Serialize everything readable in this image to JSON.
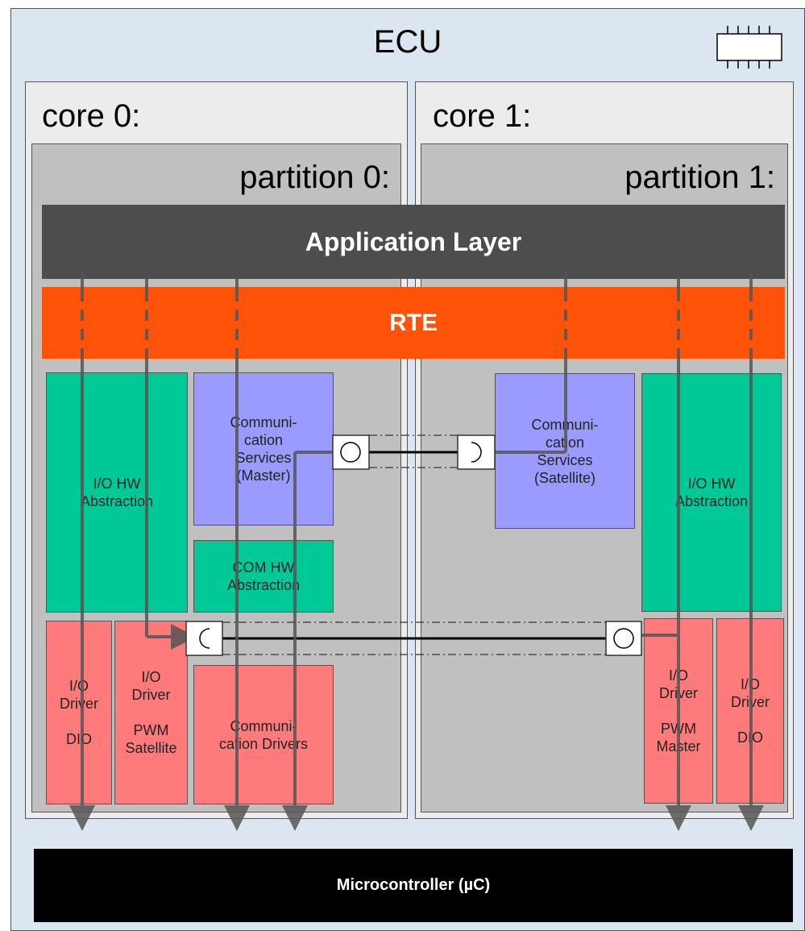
{
  "ecu": {
    "title": "ECU",
    "chip_icon": "chip-icon"
  },
  "cores": [
    {
      "title": "core 0:",
      "partition": "partition 0:"
    },
    {
      "title": "core 1:",
      "partition": "partition 1:"
    }
  ],
  "layers": {
    "application": "Application Layer",
    "rte": "RTE",
    "microcontroller": "Microcontroller (µC)"
  },
  "core0_blocks": {
    "io_hw": "I/O HW\nAbstraction",
    "comm_services": "Communi-\ncation\nServices\n(Master)",
    "com_hw": "COM HW\nAbstraction",
    "io_driver_dio": "I/O\nDriver\n\nDIO",
    "io_driver_pwm": "I/O\nDriver\n\nPWM\nSatellite",
    "comm_drivers": "Communi-\ncation Drivers"
  },
  "core1_blocks": {
    "comm_services": "Communi-\ncation\nServices\n(Satellite)",
    "io_hw": "I/O HW\nAbstraction",
    "io_driver_pwm": "I/O\nDriver\n\nPWM\nMaster",
    "io_driver_dio": "I/O\nDriver\n\nDIO"
  },
  "colors": {
    "ecu_bg": "#dce6f0",
    "application": "#4d4d4d",
    "rte": "#ff5309",
    "io_hw": "#00c896",
    "comm_services": "#9b9bff",
    "driver": "#ff7b7b",
    "microcontroller": "#000000"
  }
}
